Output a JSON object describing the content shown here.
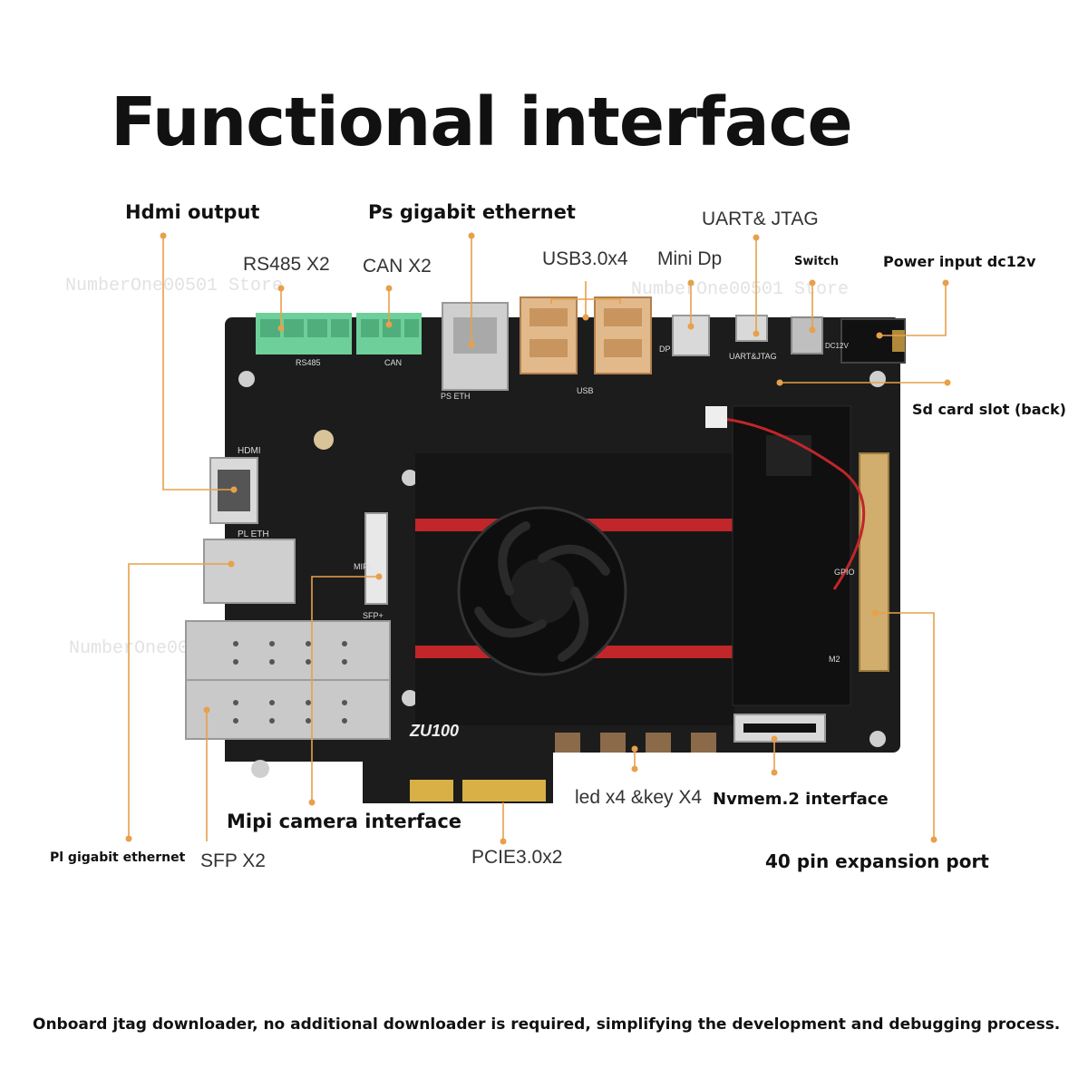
{
  "title": "Functional interface",
  "labels": {
    "hdmi": "Hdmi output",
    "ps_eth": "Ps gigabit ethernet",
    "uart": "UART& JTAG",
    "rs485": "RS485 X2",
    "can": "CAN X2",
    "usb": "USB3.0x4",
    "minidp": "Mini Dp",
    "switch": "Switch",
    "power": "Power input dc12v",
    "sd": "Sd card slot (back)",
    "mipi": "Mipi camera interface",
    "pl_eth": "Pl gigabit ethernet",
    "sfp": "SFP X2",
    "pcie": "PCIE3.0x2",
    "led": "led x4 &key X4",
    "nvme": "Nvmem.2 interface",
    "gpio40": "40 pin expansion port"
  },
  "board_marks": {
    "hdmi": "HDMI",
    "pl_eth": "PL ETH",
    "ps_eth": "PS ETH",
    "rs485": "RS485",
    "can": "CAN",
    "usb": "USB",
    "dp": "DP",
    "uart": "UART&JTAG",
    "dc12v": "DC12V",
    "mipi": "MIPI",
    "sfp": "SFP+",
    "model": "ZU100",
    "gpio": "GPIO",
    "m2": "M2"
  },
  "watermark": "NumberOne00501 Store",
  "footer": "Onboard jtag downloader, no additional downloader is required, simplifying the development and debugging process.",
  "colors": {
    "callout": "#E8A04A",
    "pcb": "#1c1c1c",
    "fan_stripe": "#c0262a",
    "terminal": "#6fcf9a",
    "gold": "#d8b045"
  }
}
